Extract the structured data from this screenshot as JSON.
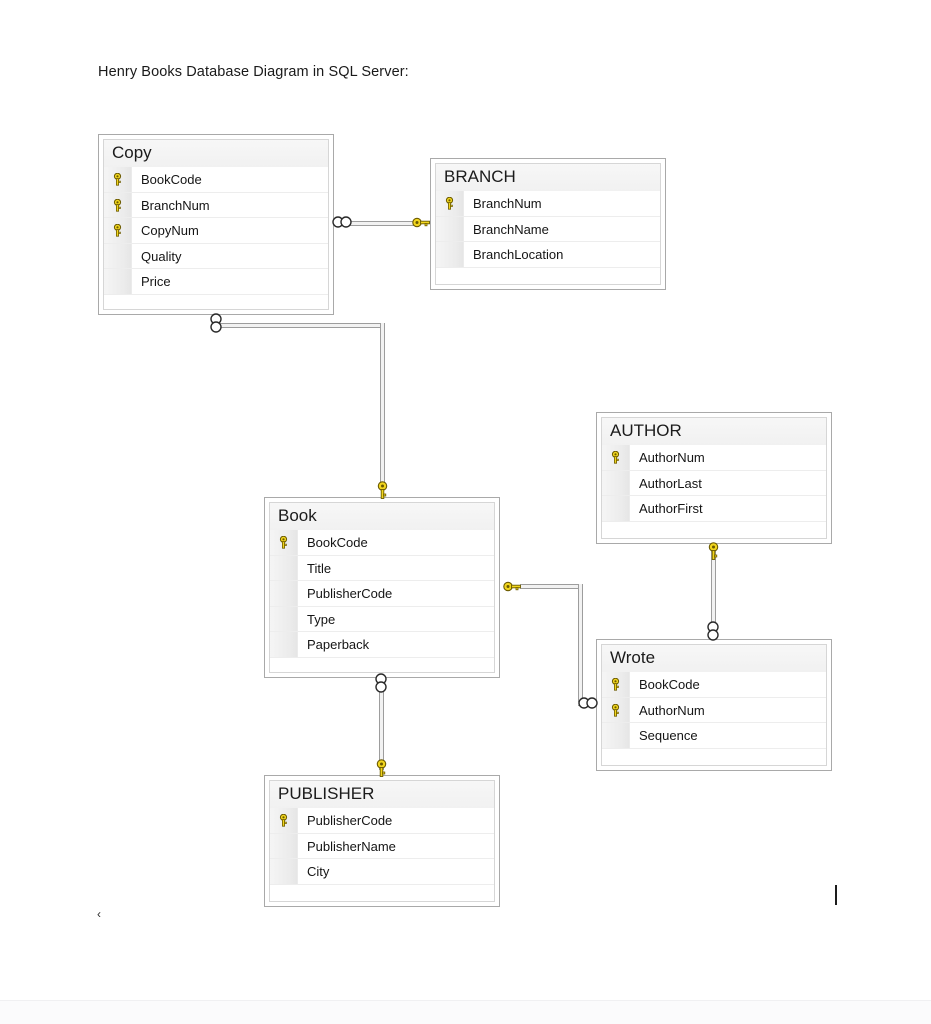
{
  "document": {
    "title": "Henry Books Database Diagram in SQL Server:"
  },
  "marks": {
    "chevron": "‹"
  },
  "colors": {
    "key_yellow": "#f2d61e",
    "key_outline": "#6b5a00",
    "table_border": "#a9a9a9",
    "header_bg": "#f1f1f1",
    "connector_line": "#9d9d9d",
    "page_bg": "#ffffff"
  },
  "tables": [
    {
      "id": "copy",
      "name": "Copy",
      "columns": [
        {
          "name": "BookCode",
          "key": true
        },
        {
          "name": "BranchNum",
          "key": true
        },
        {
          "name": "CopyNum",
          "key": true
        },
        {
          "name": "Quality",
          "key": false
        },
        {
          "name": "Price",
          "key": false
        }
      ]
    },
    {
      "id": "branch",
      "name": "BRANCH",
      "columns": [
        {
          "name": "BranchNum",
          "key": true
        },
        {
          "name": "BranchName",
          "key": false
        },
        {
          "name": "BranchLocation",
          "key": false
        }
      ]
    },
    {
      "id": "book",
      "name": "Book",
      "columns": [
        {
          "name": "BookCode",
          "key": true
        },
        {
          "name": "Title",
          "key": false
        },
        {
          "name": "PublisherCode",
          "key": false
        },
        {
          "name": "Type",
          "key": false
        },
        {
          "name": "Paperback",
          "key": false
        }
      ]
    },
    {
      "id": "author",
      "name": "AUTHOR",
      "columns": [
        {
          "name": "AuthorNum",
          "key": true
        },
        {
          "name": "AuthorLast",
          "key": false
        },
        {
          "name": "AuthorFirst",
          "key": false
        }
      ]
    },
    {
      "id": "wrote",
      "name": "Wrote",
      "columns": [
        {
          "name": "BookCode",
          "key": true
        },
        {
          "name": "AuthorNum",
          "key": true
        },
        {
          "name": "Sequence",
          "key": false
        }
      ]
    },
    {
      "id": "publisher",
      "name": "PUBLISHER",
      "columns": [
        {
          "name": "PublisherCode",
          "key": true
        },
        {
          "name": "PublisherName",
          "key": false
        },
        {
          "name": "City",
          "key": false
        }
      ]
    }
  ],
  "relationships": [
    {
      "id": "copy-branch",
      "from": "Copy",
      "from_side": "many",
      "to": "BRANCH",
      "to_side": "one"
    },
    {
      "id": "copy-book",
      "from": "Copy",
      "from_side": "many",
      "to": "Book",
      "to_side": "one"
    },
    {
      "id": "book-wrote",
      "from": "Book",
      "from_side": "one",
      "to": "Wrote",
      "to_side": "many"
    },
    {
      "id": "author-wrote",
      "from": "AUTHOR",
      "from_side": "one",
      "to": "Wrote",
      "to_side": "many"
    },
    {
      "id": "book-publisher",
      "from": "Book",
      "from_side": "many",
      "to": "PUBLISHER",
      "to_side": "one"
    }
  ]
}
